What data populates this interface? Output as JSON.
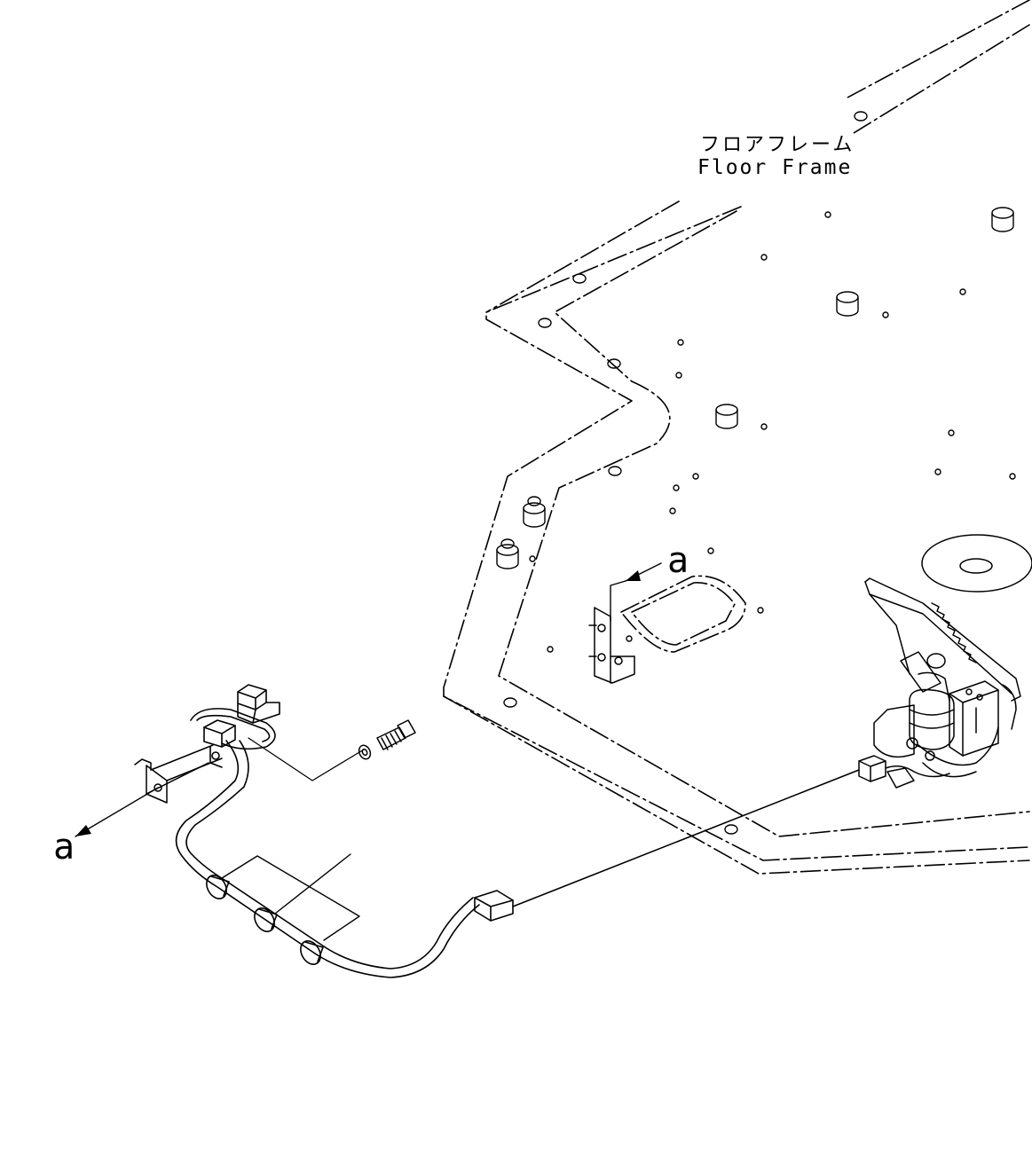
{
  "labels": {
    "floor_frame_jp": "フロアフレーム",
    "floor_frame_en": "Floor Frame",
    "callout_top": "a",
    "callout_bottom": "a"
  },
  "colors": {
    "line": "#000000",
    "background": "#ffffff"
  }
}
